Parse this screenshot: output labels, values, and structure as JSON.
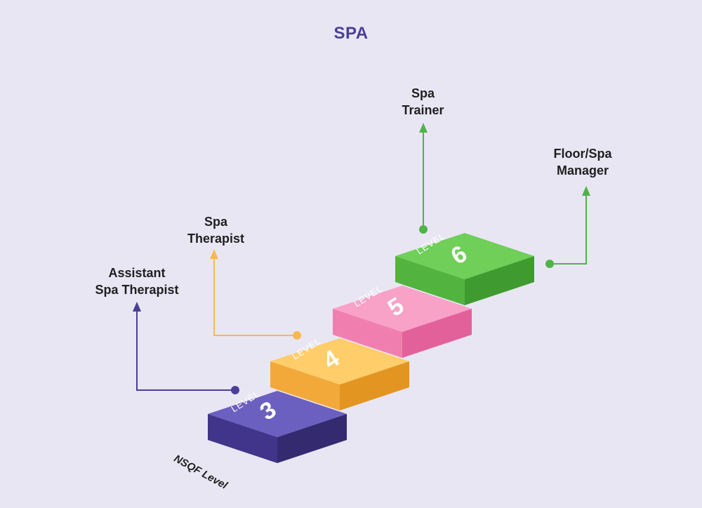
{
  "title": "SPA",
  "axis_label": "NSQF Level",
  "level_word": "LEVEL",
  "steps": [
    {
      "level": "3",
      "role_line1": "Assistant",
      "role_line2": "Spa Therapist",
      "color": "#5447a0"
    },
    {
      "level": "4",
      "role_line1": "Spa",
      "role_line2": "Therapist",
      "color": "#f9b94a"
    },
    {
      "level": "5",
      "role_line1": "",
      "role_line2": "",
      "color": "#f386b4"
    },
    {
      "level": "6",
      "role_line1": "Spa",
      "role_line2": "Trainer",
      "color": "#5bbd4a"
    }
  ],
  "extra_role": {
    "role_line1": "Floor/Spa",
    "role_line2": "Manager",
    "color": "#5bbd4a"
  }
}
